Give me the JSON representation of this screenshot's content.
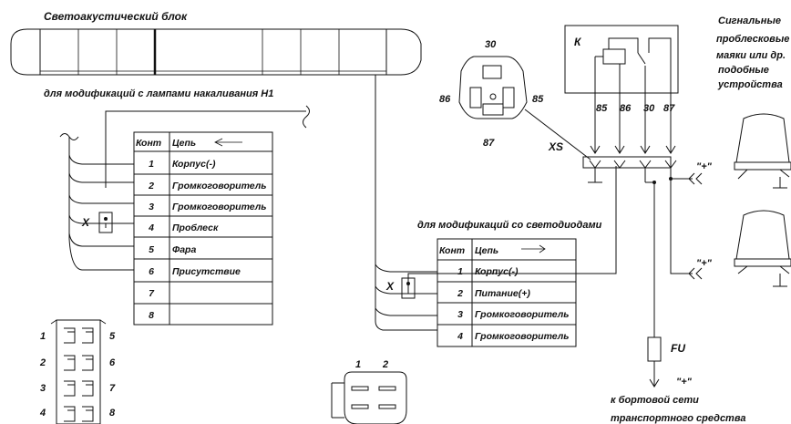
{
  "title": "Светоакустический блок",
  "note_h1": "для модификаций с лампами накаливания H1",
  "note_led": "для модификаций со светодиодами",
  "signal_note": [
    "Сигнальные",
    "проблесковые",
    "маяки или др.",
    "подобные",
    "устройства"
  ],
  "table1": {
    "headers": [
      "Конт",
      "Цепь"
    ],
    "rows": [
      {
        "num": "1",
        "circuit": "Корпус(-)"
      },
      {
        "num": "2",
        "circuit": "Громкоговоритель"
      },
      {
        "num": "3",
        "circuit": "Громкоговоритель"
      },
      {
        "num": "4",
        "circuit": "Проблеск"
      },
      {
        "num": "5",
        "circuit": "Фара"
      },
      {
        "num": "6",
        "circuit": "Присутствие"
      },
      {
        "num": "7",
        "circuit": ""
      },
      {
        "num": "8",
        "circuit": ""
      }
    ]
  },
  "table2": {
    "headers": [
      "Конт",
      "Цепь"
    ],
    "rows": [
      {
        "num": "1",
        "circuit": "Корпус(-)"
      },
      {
        "num": "2",
        "circuit": "Питание(+)"
      },
      {
        "num": "3",
        "circuit": "Громкоговоритель"
      },
      {
        "num": "4",
        "circuit": "Громкоговоритель"
      }
    ]
  },
  "relay": {
    "label": "К",
    "pins": [
      "85",
      "86",
      "30",
      "87"
    ],
    "socket_top": "30",
    "socket_left": "86",
    "socket_right": "85",
    "socket_bottom": "87"
  },
  "xs_label": "XS",
  "x_mark": "X",
  "plus_labels": [
    "\"+\"",
    "\"+\"",
    "\"+\""
  ],
  "fuse_label": "FU",
  "power_note": [
    "к бортовой сети",
    "транспортного средства"
  ],
  "connector8_pins_left": [
    "1",
    "2",
    "3",
    "4"
  ],
  "connector8_pins_right": [
    "5",
    "6",
    "7",
    "8"
  ],
  "connector4_pins_top": [
    "1",
    "2"
  ]
}
